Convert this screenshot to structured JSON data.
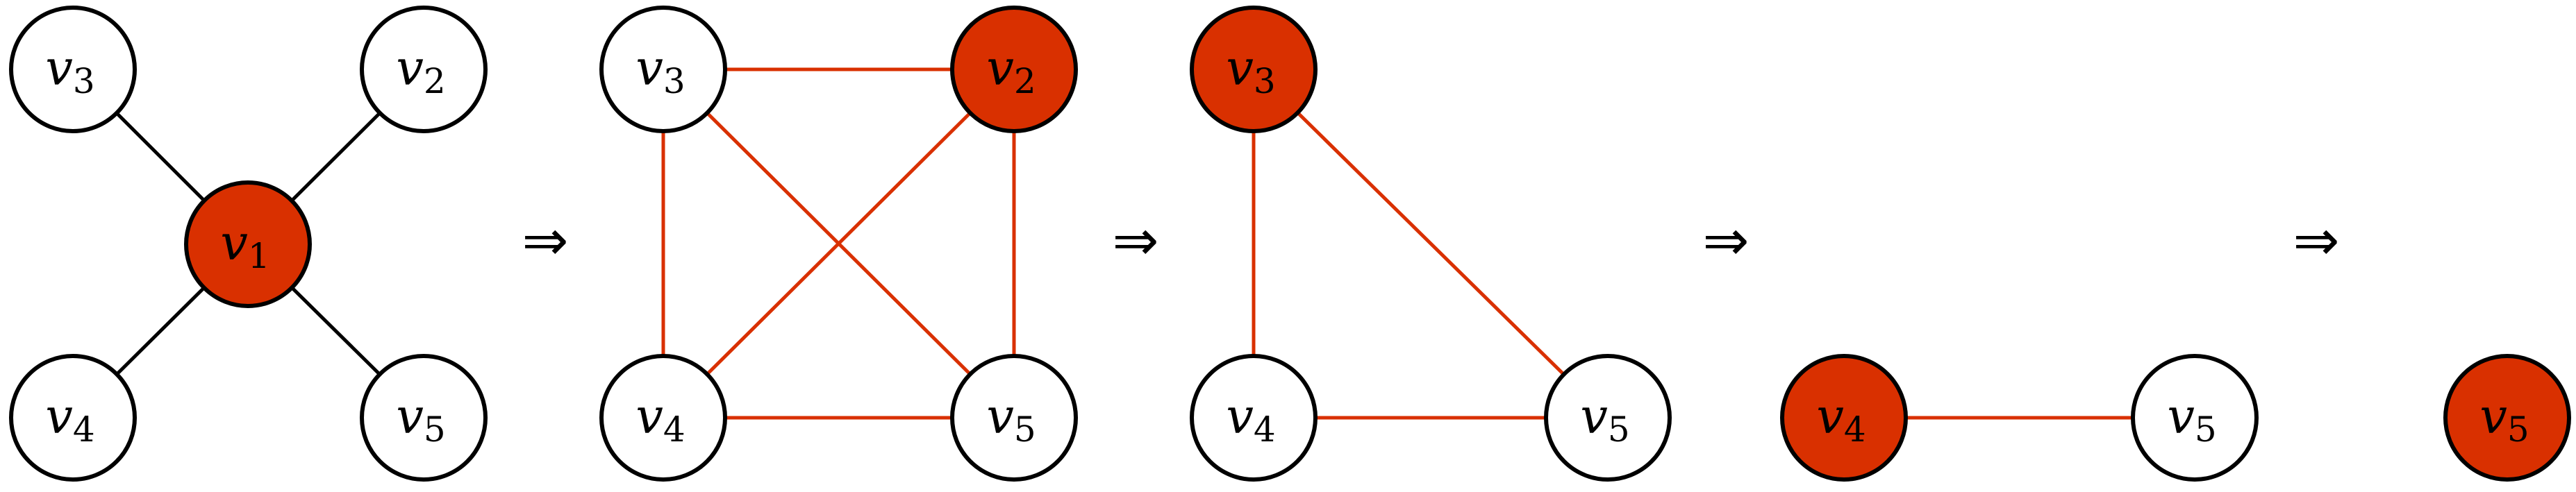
{
  "colors": {
    "highlight": "#d93000",
    "edge_black": "#000000",
    "edge_red": "#d93000",
    "stroke": "#000000",
    "fill": "#ffffff"
  },
  "arrow_symbol": "⇒",
  "stages": [
    {
      "vertices": [
        {
          "id": "s1-v3",
          "base": "v",
          "sub": "3",
          "highlighted": false
        },
        {
          "id": "s1-v2",
          "base": "v",
          "sub": "2",
          "highlighted": false
        },
        {
          "id": "s1-v1",
          "base": "v",
          "sub": "1",
          "highlighted": true
        },
        {
          "id": "s1-v4",
          "base": "v",
          "sub": "4",
          "highlighted": false
        },
        {
          "id": "s1-v5",
          "base": "v",
          "sub": "5",
          "highlighted": false
        }
      ],
      "edges": [
        {
          "from": "s1-v1",
          "to": "s1-v3",
          "color": "black"
        },
        {
          "from": "s1-v1",
          "to": "s1-v2",
          "color": "black"
        },
        {
          "from": "s1-v1",
          "to": "s1-v4",
          "color": "black"
        },
        {
          "from": "s1-v1",
          "to": "s1-v5",
          "color": "black"
        }
      ]
    },
    {
      "vertices": [
        {
          "id": "s2-v3",
          "base": "v",
          "sub": "3",
          "highlighted": false
        },
        {
          "id": "s2-v2",
          "base": "v",
          "sub": "2",
          "highlighted": true
        },
        {
          "id": "s2-v4",
          "base": "v",
          "sub": "4",
          "highlighted": false
        },
        {
          "id": "s2-v5",
          "base": "v",
          "sub": "5",
          "highlighted": false
        }
      ],
      "edges": [
        {
          "from": "s2-v3",
          "to": "s2-v2",
          "color": "red"
        },
        {
          "from": "s2-v3",
          "to": "s2-v4",
          "color": "red"
        },
        {
          "from": "s2-v3",
          "to": "s2-v5",
          "color": "red"
        },
        {
          "from": "s2-v2",
          "to": "s2-v4",
          "color": "red"
        },
        {
          "from": "s2-v2",
          "to": "s2-v5",
          "color": "red"
        },
        {
          "from": "s2-v4",
          "to": "s2-v5",
          "color": "red"
        }
      ]
    },
    {
      "vertices": [
        {
          "id": "s3-v3",
          "base": "v",
          "sub": "3",
          "highlighted": true
        },
        {
          "id": "s3-v4",
          "base": "v",
          "sub": "4",
          "highlighted": false
        },
        {
          "id": "s3-v5",
          "base": "v",
          "sub": "5",
          "highlighted": false
        }
      ],
      "edges": [
        {
          "from": "s3-v3",
          "to": "s3-v4",
          "color": "red"
        },
        {
          "from": "s3-v3",
          "to": "s3-v5",
          "color": "red"
        },
        {
          "from": "s3-v4",
          "to": "s3-v5",
          "color": "red"
        }
      ]
    },
    {
      "vertices": [
        {
          "id": "s4-v4",
          "base": "v",
          "sub": "4",
          "highlighted": true
        },
        {
          "id": "s4-v5",
          "base": "v",
          "sub": "5",
          "highlighted": false
        }
      ],
      "edges": [
        {
          "from": "s4-v4",
          "to": "s4-v5",
          "color": "red"
        }
      ]
    },
    {
      "vertices": [
        {
          "id": "s5-v5",
          "base": "v",
          "sub": "5",
          "highlighted": true
        }
      ],
      "edges": []
    }
  ]
}
